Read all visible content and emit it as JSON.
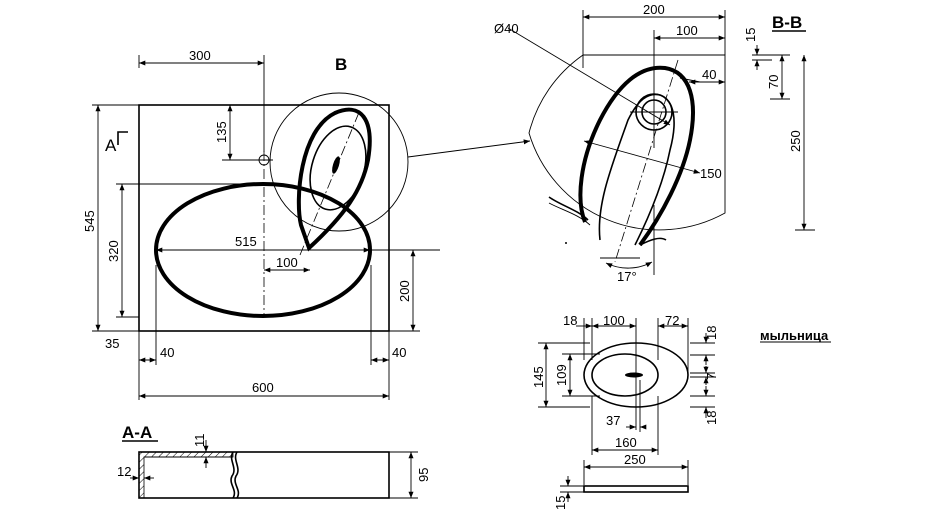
{
  "labels": {
    "section_a": "A",
    "view_b": "B",
    "section_bb": "B-B",
    "section_aa": "A-A",
    "soap_dish": "мыльница"
  },
  "dims_main": {
    "d300": "300",
    "d135": "135",
    "d545": "545",
    "d320": "320",
    "d515": "515",
    "d100": "100",
    "d200": "200",
    "d35": "35",
    "d40_left": "40",
    "d40_right": "40",
    "d600": "600"
  },
  "dims_detail": {
    "d200": "200",
    "d100": "100",
    "d40": "40",
    "d150": "150",
    "dia40": "Ø40",
    "angle17": "17°"
  },
  "dims_side": {
    "d15": "15",
    "d70": "70",
    "d250": "250"
  },
  "dims_soap": {
    "d18_left": "18",
    "d100": "100",
    "d72": "72",
    "d18_top": "18",
    "d145": "145",
    "d109": "109",
    "d7": "7",
    "d18_bottom": "18",
    "d37": "37",
    "d160": "160",
    "d250": "250",
    "d15": "15"
  },
  "dims_aa": {
    "d11": "11",
    "d12": "12",
    "d95": "95"
  }
}
